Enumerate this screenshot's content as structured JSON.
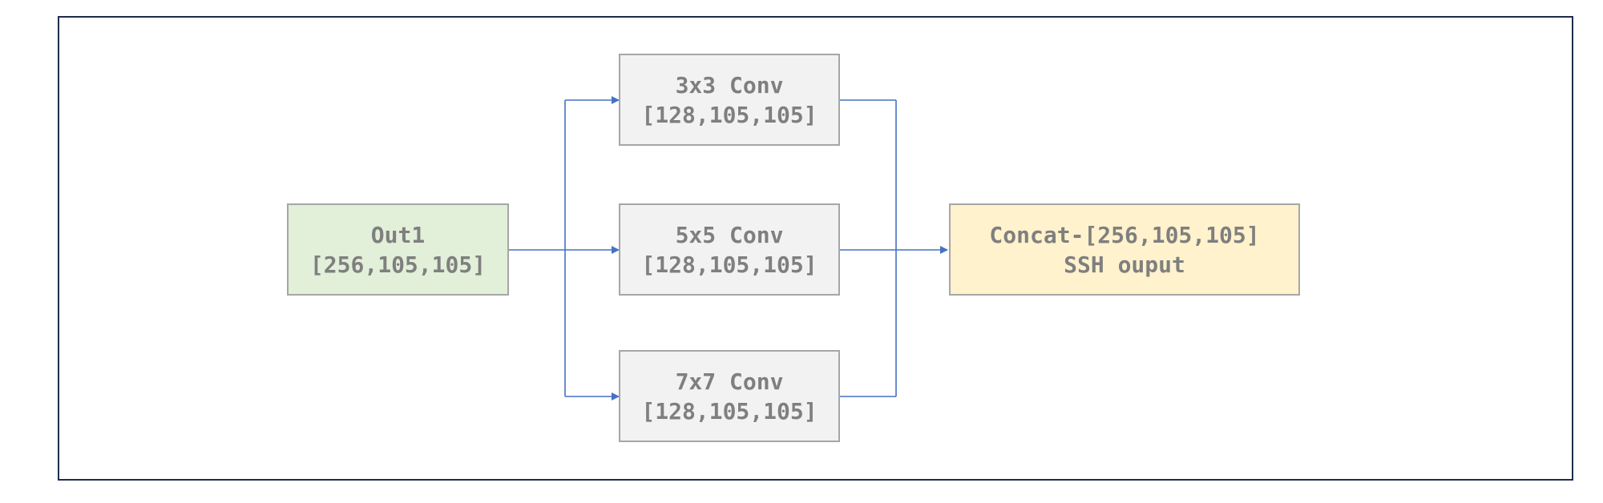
{
  "diagram": {
    "input": {
      "line1": "Out1",
      "line2": "[256,105,105]",
      "fill": "#e2efd9"
    },
    "branches": [
      {
        "line1": "3x3 Conv",
        "line2": "[128,105,105]"
      },
      {
        "line1": "5x5 Conv",
        "line2": "[128,105,105]"
      },
      {
        "line1": "7x7 Conv",
        "line2": "[128,105,105]"
      }
    ],
    "output": {
      "line1": "Concat-[256,105,105]",
      "line2": "SSH ouput",
      "fill": "#fff2cc"
    },
    "colors": {
      "connector": "#4472c4",
      "node_border": "#a6a6a6",
      "node_text": "#7f7f7f",
      "conv_fill": "#f2f2f2",
      "frame_border": "#1f2d4a"
    }
  }
}
